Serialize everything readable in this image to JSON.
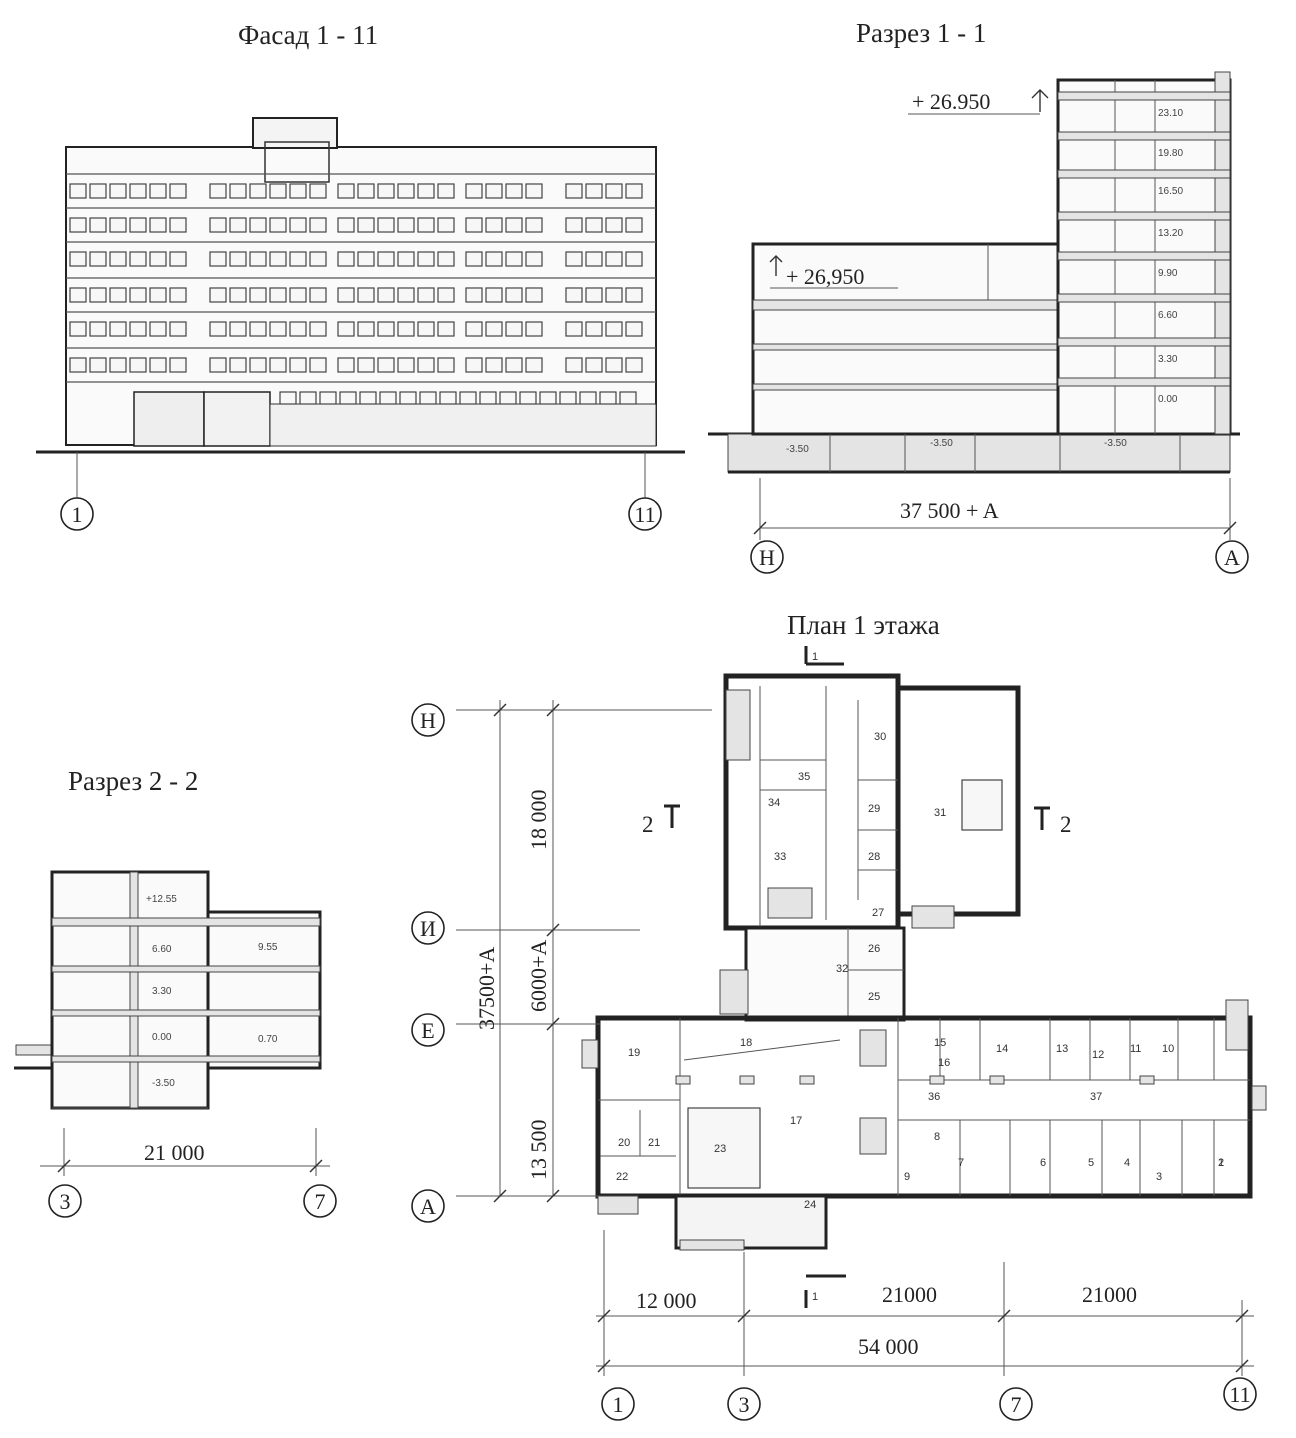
{
  "titles": {
    "facade": "Фасад 1 - 11",
    "section1": "Разрез 1 - 1",
    "section2": "Разрез 2 - 2",
    "plan": "План 1 этажа"
  },
  "facade": {
    "axis_left": "1",
    "axis_right": "11"
  },
  "section1": {
    "elev_top": "+ 26.950",
    "elev_low": "+ 26,950",
    "floor_marks": [
      "23.10",
      "19.80",
      "16.50",
      "13.20",
      "9.90",
      "6.60",
      "3.30",
      "0.00"
    ],
    "basement_marks": [
      "-3.50",
      "-3.50",
      "-3.50"
    ],
    "dim": "37 500 + A",
    "axis_left": "Н",
    "axis_right": "А"
  },
  "section2": {
    "floor_marks_left": [
      "+12.55",
      "6.60",
      "3.30",
      "0.00",
      "-3.50"
    ],
    "floor_marks_right": [
      "9.55",
      "0.70"
    ],
    "dim": "21 000",
    "axis_left": "3",
    "axis_right": "7"
  },
  "plan": {
    "axes_rows": [
      "Н",
      "И",
      "Е",
      "А"
    ],
    "axes_cols": [
      "1",
      "3",
      "7",
      "11"
    ],
    "dim_total_v": "37500+A",
    "dim_upper": "18 000",
    "dim_mid": "6000+A",
    "dim_lower": "13 500",
    "dim_12000": "12 000",
    "dim_21000_a": "21000",
    "dim_21000_b": "21000",
    "dim_54000": "54 000",
    "cut_2": "2",
    "cut_1": "1",
    "rooms": [
      "1",
      "2",
      "3",
      "4",
      "5",
      "6",
      "7",
      "8",
      "9",
      "10",
      "11",
      "12",
      "13",
      "14",
      "15",
      "16",
      "17",
      "18",
      "19",
      "20",
      "21",
      "22",
      "23",
      "24",
      "25",
      "26",
      "27",
      "28",
      "29",
      "30",
      "31",
      "32",
      "33",
      "34",
      "35",
      "36",
      "37"
    ]
  }
}
